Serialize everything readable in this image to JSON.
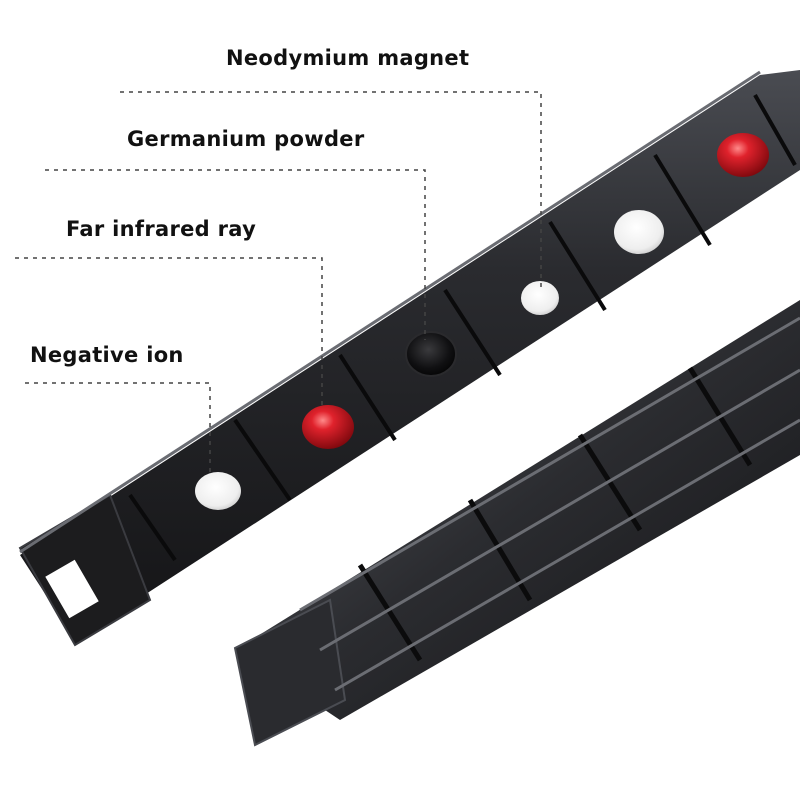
{
  "callouts": {
    "neodymium": {
      "label": "Neodymium magnet",
      "stone": "white-magnet"
    },
    "germanium": {
      "label": "Germanium powder",
      "stone": "black-stone"
    },
    "far_infrared": {
      "label": "Far infrared ray",
      "stone": "red-stone"
    },
    "negative_ion": {
      "label": "Negative ion",
      "stone": "white-stone"
    }
  },
  "colors": {
    "background": "#ffffff",
    "metal_dark": "#1b1b1d",
    "metal_mid": "#2e2f33",
    "metal_highlight": "#5a5c62",
    "red_stone": "#c0141c",
    "white_stone": "#f2f2f2",
    "black_stone": "#0d0d0e",
    "leader_line": "#444444"
  }
}
